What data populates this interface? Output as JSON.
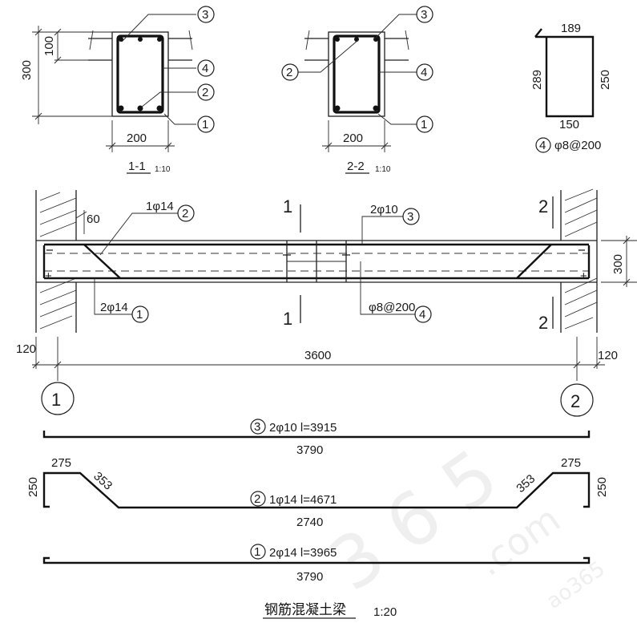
{
  "section_1_1": {
    "title": "1-1",
    "scale": "1:10",
    "height": "300",
    "slab": "100",
    "width": "200",
    "callouts": [
      "3",
      "4",
      "2",
      "1"
    ]
  },
  "section_2_2": {
    "title": "2-2",
    "scale": "1:10",
    "width": "200",
    "callouts": [
      "3",
      "2",
      "4",
      "1"
    ]
  },
  "stirrup_detail": {
    "top": "189",
    "bottom": "150",
    "left": "289",
    "right": "250",
    "mark": "4",
    "label": "φ8@200"
  },
  "elevation": {
    "cut_1": "1",
    "cut_2": "2",
    "bend_offset": "60",
    "bar2_label": "1φ14",
    "bar2_mark": "2",
    "bar3_label": "2φ10",
    "bar3_mark": "3",
    "bar1_label": "2φ14",
    "bar1_mark": "1",
    "stirrup_label": "φ8@200",
    "stirrup_mark": "4",
    "beam_depth": "300",
    "left_wall": "120",
    "span": "3600",
    "right_wall": "120",
    "axis_1": "1",
    "axis_2": "2"
  },
  "bar_schedule": {
    "bar3": {
      "mark": "3",
      "label": "2φ10  l=3915",
      "length": "3790"
    },
    "bar2": {
      "mark": "2",
      "label": "1φ14  l=4671",
      "length": "2740",
      "hook_len": "275",
      "diag": "353",
      "height": "250"
    },
    "bar1": {
      "mark": "1",
      "label": "2φ14  l=3965",
      "length": "3790"
    }
  },
  "title": {
    "name": "钢筋混凝土梁",
    "scale": "1:20"
  },
  "watermark": "3 6 5",
  "watermark_small": ".com",
  "watermark_tag": "ao365"
}
